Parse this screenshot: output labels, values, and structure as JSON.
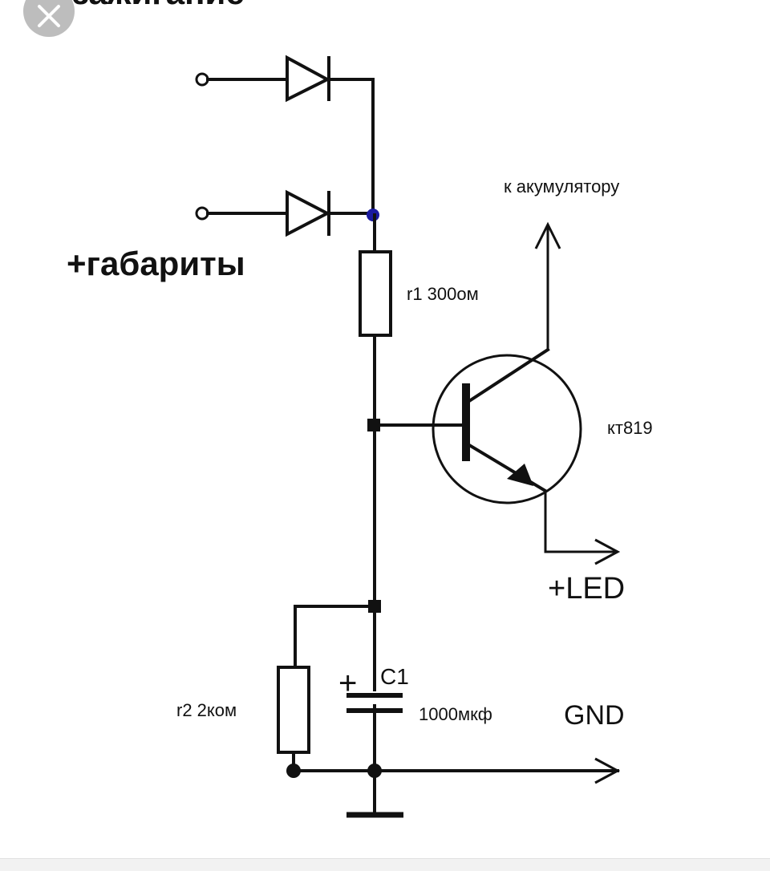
{
  "labels": {
    "ignition": "зажигание",
    "marker_lights": "+габариты",
    "r1": "r1 300ом",
    "to_battery": "к акумулятору",
    "transistor": "кт819",
    "led": "+LED",
    "capacitor_name": "C1",
    "capacitor_value": "1000мкф",
    "capacitor_polarity": "+",
    "r2": "r2 2ком",
    "gnd": "GND"
  },
  "ui": {
    "close_icon": "close-icon"
  },
  "colors": {
    "wire": "#111111",
    "node_highlight": "#1a1aa0",
    "close_button_bg": "#bdbdbd"
  }
}
